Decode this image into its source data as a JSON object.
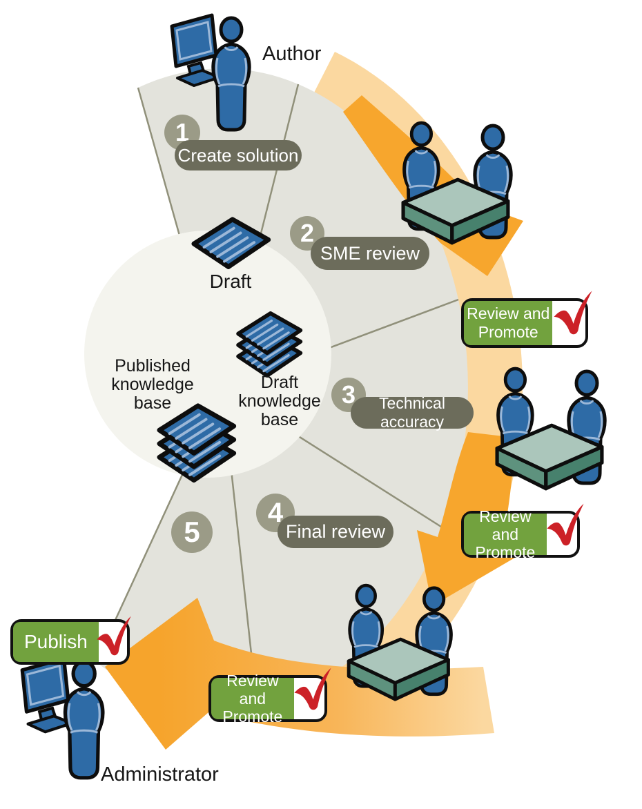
{
  "diagram": {
    "author_label": "Author",
    "administrator_label": "Administrator",
    "steps": [
      {
        "number": "1",
        "label": "Create solution"
      },
      {
        "number": "2",
        "label": "SME review"
      },
      {
        "number": "3",
        "label": "Technical accuracy"
      },
      {
        "number": "4",
        "label": "Final review"
      },
      {
        "number": "5",
        "label": ""
      }
    ],
    "draft_label": "Draft",
    "draft_kb_lines": [
      "Draft",
      "knowledge",
      "base"
    ],
    "published_kb_lines": [
      "Published",
      "knowledge",
      "base"
    ],
    "review_promote_lines": [
      "Review and",
      "Promote"
    ],
    "publish_label": "Publish",
    "icons": {
      "author": "person-at-computer-icon",
      "administrator": "person-at-computer-icon",
      "reviewers": "two-people-carrying-box-icon",
      "draft": "striped-document-icon",
      "draft_kb": "document-stack-icon",
      "published_kb": "document-stack-icon",
      "approval": "red-checkmark-icon",
      "flow": "orange-arrow-icon"
    },
    "colors": {
      "fan_gray": "#e3e3dc",
      "hub_white": "#f4f4ee",
      "divider_olive": "#90907a",
      "arc_light_orange": "#fbd8a0",
      "arrow_orange": "#f7a62d",
      "step_pill_olive": "#6c6c5b",
      "step_number_olive": "#9b9b87",
      "button_green": "#72a23e",
      "check_red": "#cc2127",
      "figure_blue": "#2e6ba6",
      "figure_accent_blue": "#9cb8d8",
      "box_teal_top": "#abc6bb",
      "box_teal_front": "#5e927e",
      "box_teal_side": "#47816d"
    }
  }
}
